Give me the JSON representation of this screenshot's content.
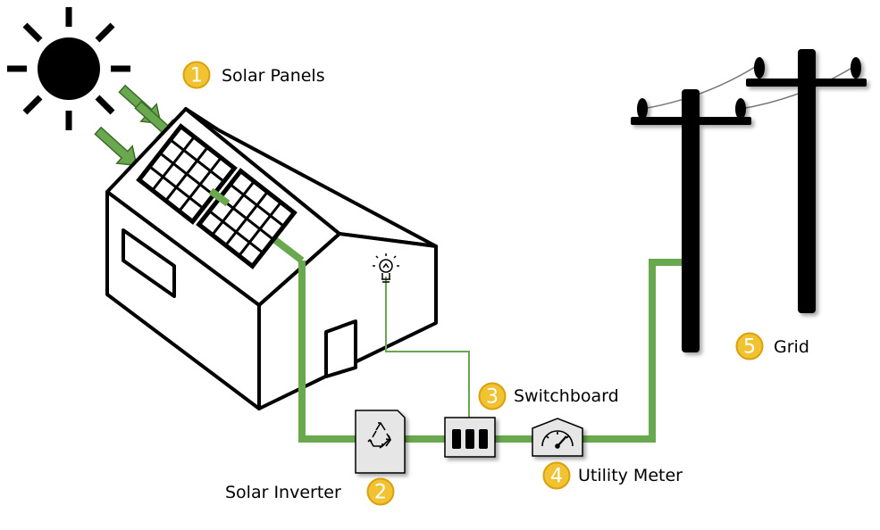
{
  "components": [
    {
      "number": "1",
      "label": "Solar Panels"
    },
    {
      "number": "2",
      "label": "Solar Inverter"
    },
    {
      "number": "3",
      "label": "Switchboard"
    },
    {
      "number": "4",
      "label": "Utility Meter"
    },
    {
      "number": "5",
      "label": "Grid"
    }
  ],
  "colors": {
    "wire": "#6aa84f",
    "wire_light": "#93c47d",
    "badge": "#f1c232",
    "badge_stroke": "#d9a20b",
    "device_fill": "#e6e6e6",
    "ink": "#000000"
  },
  "icons": {
    "sun": "sun-icon",
    "light_bulb": "light-bulb-icon",
    "inverter": "recycle-icon",
    "meter": "gauge-icon"
  }
}
